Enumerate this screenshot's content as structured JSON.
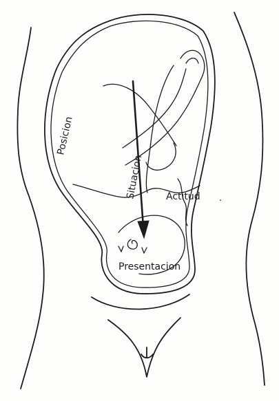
{
  "labels": {
    "posicion": "Posicion",
    "situacion": "Situacion",
    "actitud": "Actitud",
    "presentacion": "Presentacion"
  }
}
